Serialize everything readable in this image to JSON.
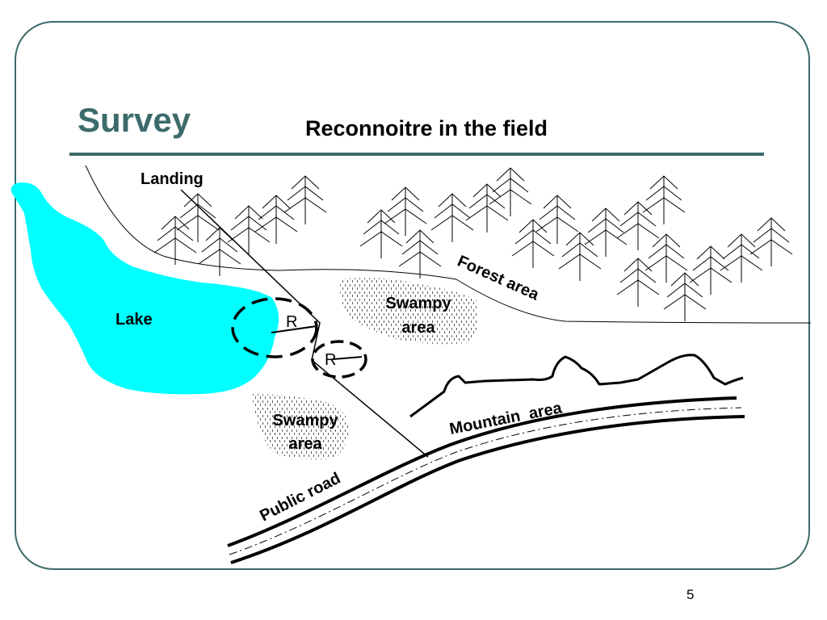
{
  "slide": {
    "title": "Survey",
    "subtitle": "Reconnoitre in the field",
    "page_number": "5"
  },
  "map": {
    "labels": {
      "landing": "Landing",
      "lake": "Lake",
      "forest": "Forest area",
      "swampy_upper_line1": "Swampy",
      "swampy_upper_line2": "area",
      "swampy_lower_line1": "Swampy",
      "swampy_lower_line2": "area",
      "mountain": "Mountain  area",
      "road": "Public road",
      "recon_point_1": "R",
      "recon_point_2": "R"
    },
    "colors": {
      "lake": "#00ffff",
      "frame": "#3d6b6b",
      "title": "#3d6b6b"
    }
  }
}
